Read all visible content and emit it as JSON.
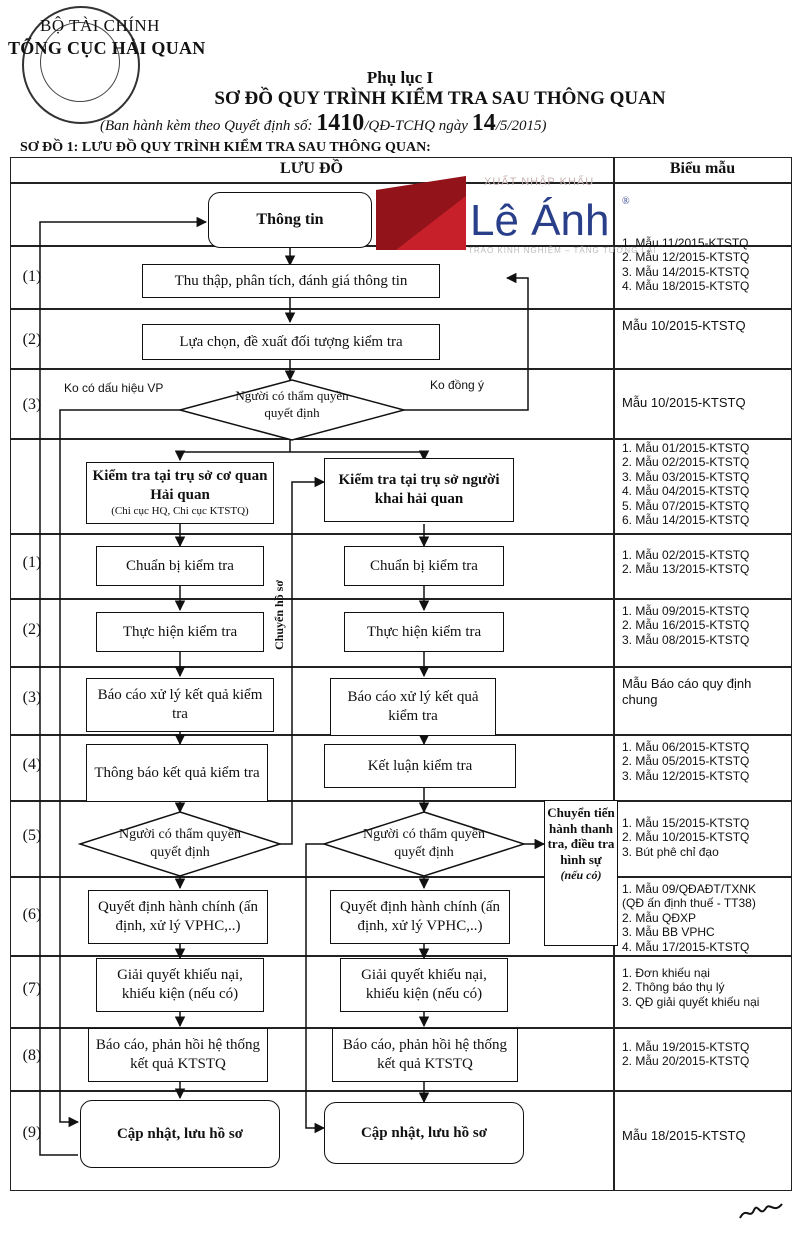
{
  "header": {
    "agency": "BỘ TÀI CHÍNH",
    "department": "TỔNG CỤC HẢI QUAN",
    "appendix": "Phụ lục I",
    "title": "SƠ ĐỒ QUY TRÌNH KIỂM TRA SAU THÔNG QUAN",
    "subtitle_prefix": "(Ban hành kèm theo Quyết định số:",
    "decision_number": "1410",
    "subtitle_mid": "/QĐ-TCHQ ngày",
    "decision_day": "14",
    "subtitle_suffix": "/5/2015)",
    "section": "SƠ ĐỒ 1: LƯU ĐỒ QUY TRÌNH KIỂM TRA SAU THÔNG QUAN:"
  },
  "columns": {
    "flow": "LƯU ĐỒ",
    "forms": "Biểu mẫu"
  },
  "logo": {
    "small_text": "XUẤT NHẬP KHẨU",
    "main_text": "Lê Ánh",
    "registered": "®",
    "tagline": "TRAO KINH NGHIỆM – TẶNG TƯƠNG LAI"
  },
  "steps": [
    "(1)",
    "(2)",
    "(3)",
    "(1)",
    "(2)",
    "(3)",
    "(4)",
    "(5)",
    "(6)",
    "(7)",
    "(8)",
    "(9)"
  ],
  "flow": {
    "start": "Thông tin",
    "collect": "Thu thập, phân tích, đánh giá thông tin",
    "select": "Lựa chọn, đề xuất đối tượng kiểm tra",
    "decision_top": "Người có thẩm quyền quyết định",
    "no_sign": "Ko có dấu hiệu VP",
    "not_agree": "Ko đồng ý",
    "left_branch": "Kiểm tra tại trụ sở cơ quan Hải quan",
    "left_branch_note": "(Chi cục HQ, Chi cục KTSTQ)",
    "right_branch": "Kiểm tra tại trụ sở người khai hải quan",
    "prepare": "Chuẩn bị kiểm tra",
    "execute": "Thực hiện kiểm tra",
    "report_result": "Báo cáo xử lý kết quả kiểm tra",
    "notify_result": "Thông báo kết quả kiểm tra",
    "conclusion": "Kết luận kiểm tra",
    "decision": "Người có thẩm quyền quyết định",
    "admin_decision": "Quyết định hành chính (ấn định, xử lý VPHC,..)",
    "complaint": "Giải quyết khiếu nại, khiếu kiện (nếu có)",
    "feedback": "Báo cáo, phản hồi hệ thống kết quả KTSTQ",
    "update": "Cập nhật, lưu hồ sơ",
    "transfer_file": "Chuyển hồ sơ",
    "transfer_inspect": "Chuyển tiến hành thanh tra, điều tra hình sự",
    "transfer_note": "(nếu có)"
  },
  "forms": {
    "r1": [
      "1. Mẫu 11/2015-KTSTQ",
      "2. Mẫu 12/2015-KTSTQ",
      "3. Mẫu 14/2015-KTSTQ",
      "4. Mẫu 18/2015-KTSTQ"
    ],
    "r2": [
      "Mẫu 10/2015-KTSTQ"
    ],
    "r3": [
      "Mẫu 10/2015-KTSTQ"
    ],
    "r4": [
      "1. Mẫu 01/2015-KTSTQ",
      "2. Mẫu 02/2015-KTSTQ",
      "3. Mẫu 03/2015-KTSTQ",
      "4. Mẫu 04/2015-KTSTQ",
      "5. Mẫu 07/2015-KTSTQ",
      "6. Mẫu 14/2015-KTSTQ"
    ],
    "r5": [
      "1. Mẫu 02/2015-KTSTQ",
      "2. Mẫu 13/2015-KTSTQ"
    ],
    "r6": [
      "1. Mẫu 09/2015-KTSTQ",
      "2. Mẫu 16/2015-KTSTQ",
      "3. Mẫu 08/2015-KTSTQ"
    ],
    "r7": [
      "Mẫu Báo cáo quy định",
      "chung"
    ],
    "r8": [
      "1. Mẫu 06/2015-KTSTQ",
      "2. Mẫu 05/2015-KTSTQ",
      "3. Mẫu 12/2015-KTSTQ"
    ],
    "r9": [
      "1. Mẫu 15/2015-KTSTQ",
      "2. Mẫu 10/2015-KTSTQ",
      "3. Bút phê chỉ đạo"
    ],
    "r10": [
      "1. Mẫu 09/QĐAĐT/TXNK",
      "(QĐ ấn định thuế - TT38)",
      "2. Mẫu QĐXP",
      "3. Mẫu BB VPHC",
      "4. Mẫu 17/2015-KTSTQ"
    ],
    "r11": [
      "1. Đơn khiếu nại",
      "2. Thông báo thụ lý",
      "3. QĐ giải quyết khiếu nại"
    ],
    "r12": [
      "1. Mẫu 19/2015-KTSTQ",
      "2. Mẫu 20/2015-KTSTQ"
    ],
    "r13": [
      "Mẫu 18/2015-KTSTQ"
    ]
  }
}
